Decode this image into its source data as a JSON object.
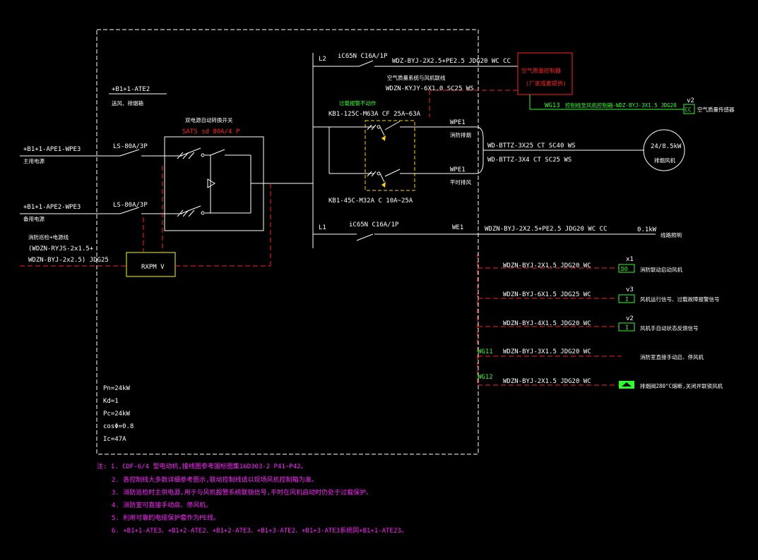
{
  "frame": {
    "main_bus_label": "+B1+1-ATE2",
    "main_bus_sub": "送风、排烟箱"
  },
  "incoming": {
    "primary_label": "+B1+1-APE1-WPE3",
    "primary_sub": "主用电源",
    "backup_label": "+B1+1-APE2-WPE3",
    "backup_sub": "备用电源",
    "breaker_1": "LS-80A/3P",
    "breaker_2": "LS-80A/3P",
    "ats_title": "双电源自动转换开关",
    "ats_model": "SATS sd 80A/4 P",
    "monitor_note_1": "消防巡检+电源线",
    "monitor_note_2": "(WDZN-RYJS-2x1.5+",
    "monitor_note_3": "WDZN-BYJ-2x2.5) JDG25",
    "rxpm": "RXPM V"
  },
  "circuits": {
    "l2_phase": "L2",
    "l2_breaker": "iC65N C16A/1P",
    "l2_cable": "WDZ-BYJ-2X2.5+PE2.5 JDG20 WC CC",
    "controller_title": "空气质量控制器",
    "controller_sub": "(厂家成套提供)",
    "wg13_tag": "WG13",
    "wg13_cable": "控制线至风机控制箱-WDZ-BYJ-3X1.5 JDG20",
    "v2_label": "v2",
    "cc_label": "CC",
    "air_sensor": "空气质量传感器",
    "air_note_1": "空气质量系统与风机联线",
    "air_note_2": "WDZN-KYJY-6X1.0 SC25 WS",
    "overload_note": "过载报警不动作",
    "kb1_top": "KB1-125C-M63A CF 25A~63A",
    "kb1_bottom": "KB1-45C-M32A C 10A~25A",
    "wpe1_top": "WPE1",
    "wpe1_top_sub": "消防排烟",
    "wpe1_bottom": "WPE1",
    "wpe1_bottom_sub": "平时排风",
    "fan_cable_1": "WD-BTTZ-3X25 CT SC40 WS",
    "fan_cable_2": "WD-BTTZ-3X4 CT SC25 WS",
    "fan_rating": "24/8.5kW",
    "fan_name": "排烟风机",
    "l1_phase": "L1",
    "l1_breaker": "iC65N C16A/1P",
    "we1_tag": "WE1",
    "we1_cable": "WDZN-BYJ-2X2.5+PE2.5 JDG20 WC CC",
    "we1_power": "0.1kW",
    "we1_load": "线路照明",
    "x1_cable": "WDZN-BYJ-2X1.5 JDG20 WC",
    "x1_label": "x1",
    "x1_box": "DO",
    "x1_desc": "消防联动启动风机",
    "v3_cable": "WDZN-BYJ-6X1.5 JDG25 WC",
    "v3_label": "v3",
    "v3_box": "I",
    "v3_desc": "风机运行信号、过载故障报警信号",
    "v2b_cable": "WDZN-BYJ-4X1.5 JDG20 WC",
    "v2b_label": "v2",
    "v2b_box": "I",
    "v2b_desc": "风机手自动状态反馈信号",
    "wg11_tag": "WG11",
    "wg11_cable": "WDZN-BYJ-3X1.5 JDG20 WC",
    "wg11_desc": "消防室直接手动启、停风机",
    "wg12_tag": "WG12",
    "wg12_cable": "WDZN-BYJ-2X1.5 JDG20 WC",
    "wg12_desc": "排烟阀280°C熔断,关闭并联锁风机"
  },
  "params": {
    "pn": "Pn=24kW",
    "kd": "Kd=1",
    "pc": "Pc=24kW",
    "cos": "cosΦ=0.8",
    "ic": "Ic=47A"
  },
  "notes": {
    "n1": "注: 1. CDF-6/4 型电动机,接线图参考国标图集16D303-2 P41~P42。",
    "n2": "2. 各控制线大多数详细参考图示,联动控制线请以现场风机控制箱为准。",
    "n3": "3. 消防巡检时主供电源,用于与风机报警系统联锁信号,平时在风机启动时仍处于过载保护。",
    "n4": "4. 消防室可直接手动启、停风机。",
    "n5": "5. 利用可靠的电缆保护套作为PE线。",
    "n6": "6. +B1+1-ATE3、+B1+2-ATE2、+B1+2-ATE3、+B1+3-ATE2、+B1+3-ATE3系统同+B1+1-ATE23。"
  },
  "colors": {
    "background": "#000000",
    "line": "#ffffff",
    "controller": "#ff2222",
    "signal": "#2bff2b",
    "notes": "#ff22ff",
    "relay": "#ffd700"
  }
}
